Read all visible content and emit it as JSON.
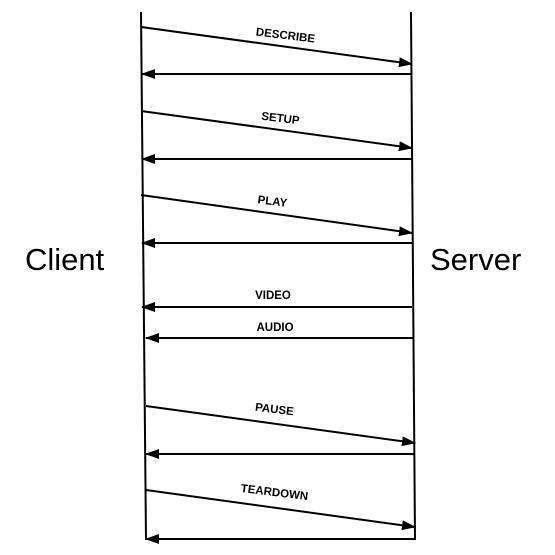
{
  "actors": {
    "client": "Client",
    "server": "Server"
  },
  "messages": [
    {
      "id": "describe",
      "label": "DESCRIBE",
      "from": "client",
      "to": "server"
    },
    {
      "id": "describe-reply",
      "label": "",
      "from": "server",
      "to": "client"
    },
    {
      "id": "setup",
      "label": "SETUP",
      "from": "client",
      "to": "server"
    },
    {
      "id": "setup-reply",
      "label": "",
      "from": "server",
      "to": "client"
    },
    {
      "id": "play",
      "label": "PLAY",
      "from": "client",
      "to": "server"
    },
    {
      "id": "play-reply",
      "label": "",
      "from": "server",
      "to": "client"
    },
    {
      "id": "video",
      "label": "VIDEO",
      "from": "server",
      "to": "client"
    },
    {
      "id": "audio",
      "label": "AUDIO",
      "from": "server",
      "to": "client"
    },
    {
      "id": "pause",
      "label": "PAUSE",
      "from": "client",
      "to": "server"
    },
    {
      "id": "pause-reply",
      "label": "",
      "from": "server",
      "to": "client"
    },
    {
      "id": "teardown",
      "label": "TEARDOWN",
      "from": "client",
      "to": "server"
    },
    {
      "id": "teardown-reply",
      "label": "",
      "from": "server",
      "to": "client"
    }
  ],
  "colors": {
    "line": "#000000",
    "background": "#ffffff"
  }
}
